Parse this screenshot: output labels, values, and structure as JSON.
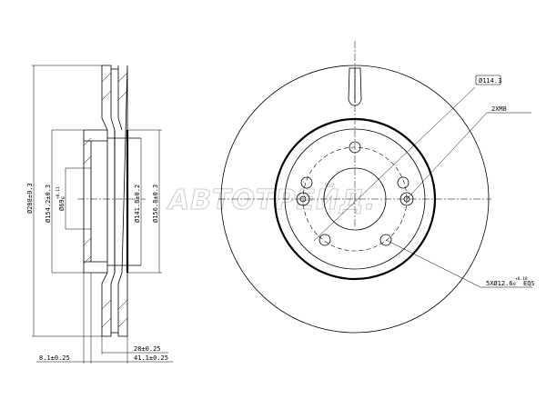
{
  "title": "Brake disc technical drawing",
  "watermark": "АВТОТРЕЙД.",
  "dimensions": {
    "outer_diameter": "Ø288±0.3",
    "hat_diameter": "Ø154.2±0.3",
    "bore_diameter": "Ø69",
    "bore_tol_upper": "+0.11",
    "bore_tol_lower": "0",
    "inner_diameter_1": "Ø141.8±0.2",
    "inner_diameter_2": "Ø156.8±0.3",
    "thickness": "28±0.25",
    "hat_offset": "8.1±0.25",
    "total_height": "41.1±0.25",
    "pcd": "Ø114.3",
    "threads": "2XM8",
    "bolt_holes": "5XØ12.6",
    "bolt_tol_upper": "+0.18",
    "bolt_tol_lower": "0",
    "bolt_eqs": "EQS"
  }
}
